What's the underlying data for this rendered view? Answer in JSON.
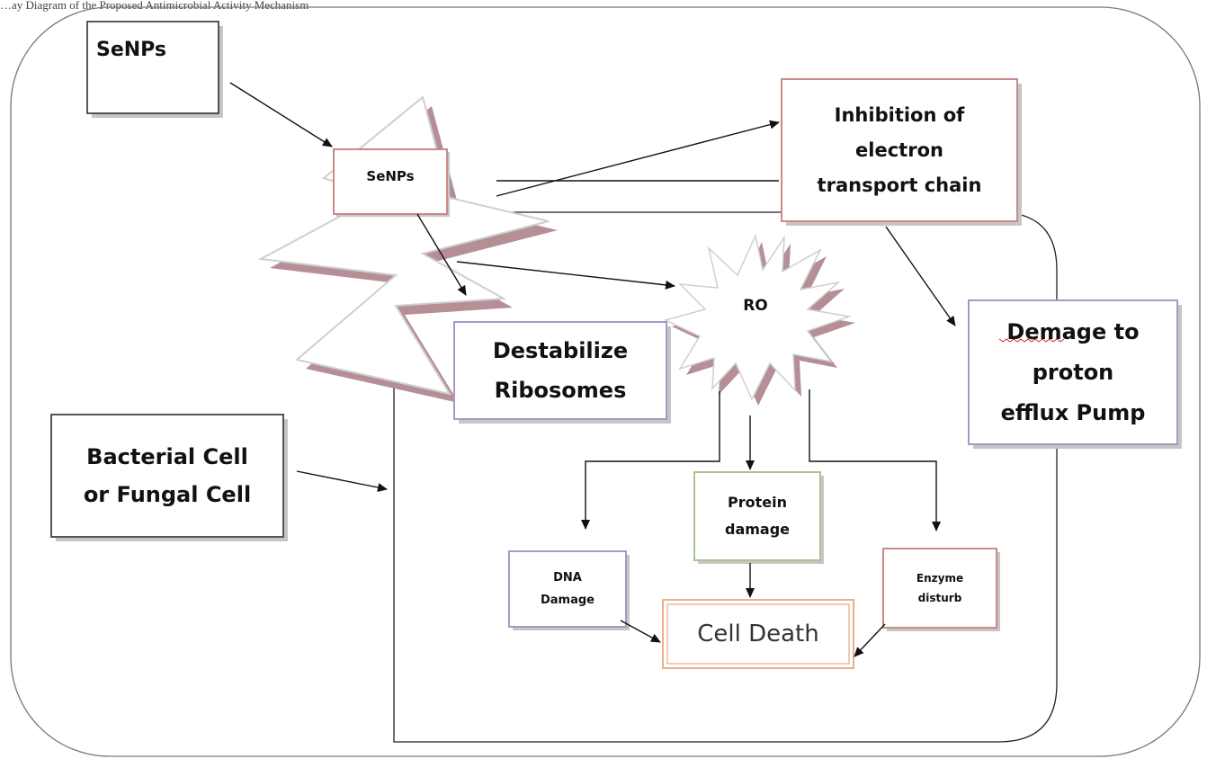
{
  "header_text": "…ay Diagram of the Proposed Antimicrobial Activity Mechanism",
  "nodes": {
    "senps_outer": "SeNPs",
    "senps_inner": "SeNPs",
    "inhibition": [
      "Inhibition of",
      "electron",
      "transport chain"
    ],
    "destabilize": [
      "Destabilize",
      "Ribosomes"
    ],
    "ro": "RO",
    "demage": [
      "Demage to",
      "proton",
      "efflux Pump"
    ],
    "bacterial": [
      "Bacterial Cell",
      "or Fungal Cell"
    ],
    "protein": [
      "Protein",
      "damage"
    ],
    "dna": [
      "DNA",
      "Damage"
    ],
    "enzyme": [
      "Enzyme",
      "disturb"
    ],
    "cell_death": "Cell Death"
  },
  "colors": {
    "black_border": "#222222",
    "pink_border": "#c98a8a",
    "purple_border": "#a897c8",
    "green_border": "#a9c48c",
    "orange_border": "#e9b089",
    "shadow": "#c8c8c8",
    "lightning_shadow": "#b58e96"
  }
}
